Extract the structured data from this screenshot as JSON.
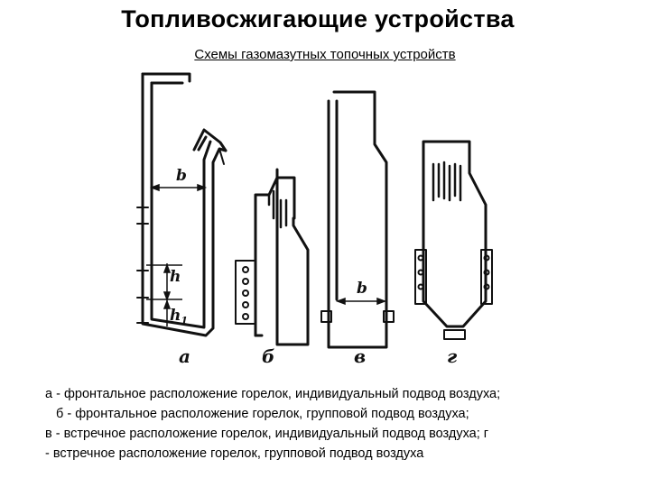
{
  "title": "Топливосжигающие устройства",
  "subtitle": "Схемы газомазутных топочных устройств",
  "diagram": {
    "labels": {
      "a": "a",
      "b": "б",
      "v": "в",
      "g": "г",
      "dim_b1": "b",
      "dim_b2": "b",
      "dim_h": "h",
      "dim_h1": "h",
      "dim_h1_sub": "1"
    }
  },
  "caption": {
    "line1": "а - фронтальное расположение горелок, индивидуальный подвод воздуха;",
    "line2": "б - фронтальное расположение горелок, групповой подвод воздуха;",
    "line3": "в - встречное расположение горелок, индивидуальный подвод воздуха;     г",
    "line4": "- встречное расположение горелок, групповой подвод воздуха"
  }
}
